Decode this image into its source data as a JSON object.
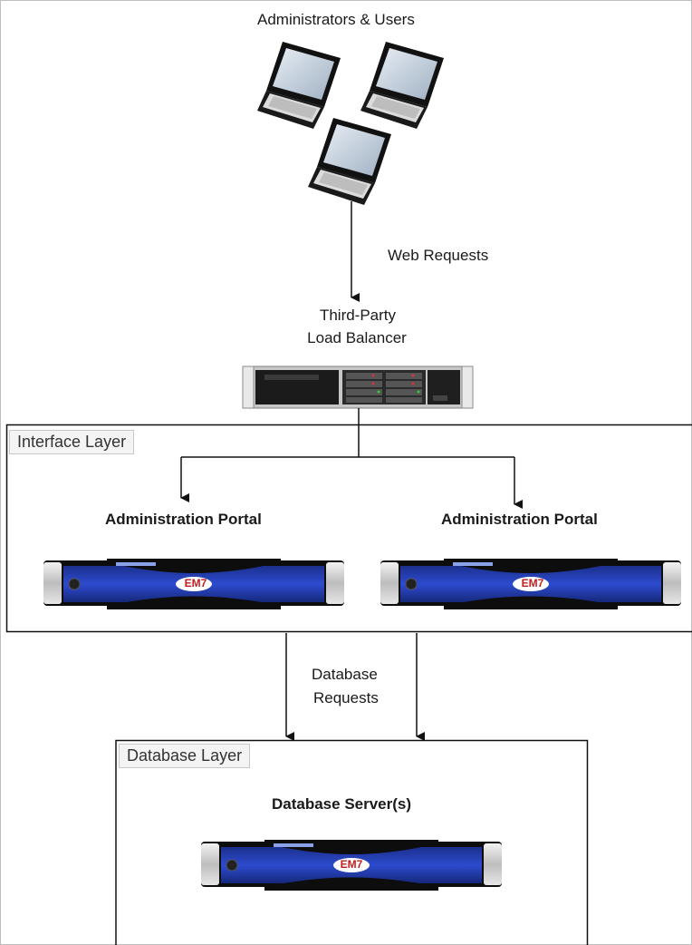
{
  "header": {
    "users_label": "Administrators & Users"
  },
  "edges": {
    "web_requests": "Web Requests",
    "db_requests_line1": "Database",
    "db_requests_line2": "Requests"
  },
  "load_balancer": {
    "line1": "Third-Party",
    "line2": "Load Balancer"
  },
  "interface_layer": {
    "title": "Interface Layer",
    "portals": [
      {
        "label": "Administration Portal",
        "badge": "EM7"
      },
      {
        "label": "Administration Portal",
        "badge": "EM7"
      }
    ]
  },
  "database_layer": {
    "title": "Database Layer",
    "server_label": "Database Server(s)",
    "badge": "EM7"
  },
  "icons": [
    "laptop-icon",
    "rack-server-icon",
    "em7-appliance-icon"
  ]
}
